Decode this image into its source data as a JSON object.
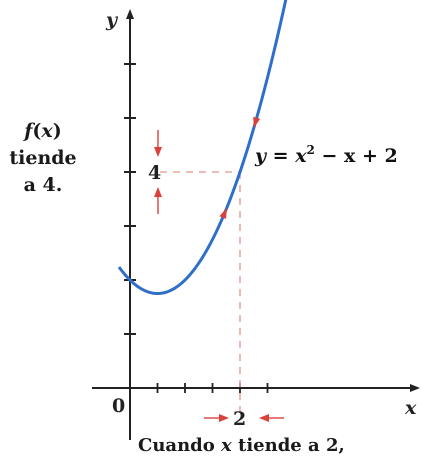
{
  "figure": {
    "y_axis_label": "y",
    "x_axis_label": "x",
    "origin_label": "0",
    "x_tick_marked": "2",
    "y_tick_marked": "4",
    "curve_label": {
      "prefix": "y = x",
      "exponent": "2",
      "suffix": " − x + 2"
    },
    "side_text": {
      "line1_func": "f",
      "line1_open": "(",
      "line1_var": "x",
      "line1_close": ")",
      "line2": "tiende",
      "line3": "a 4."
    },
    "caption": {
      "part1": "Cuando ",
      "var": "x",
      "part2": " tiende a 2,"
    },
    "colors": {
      "curve": "#2f6fc9",
      "arrows": "#d9413a",
      "dashed": "#e6a9a0",
      "axes": "#222222"
    }
  },
  "chart_data": {
    "type": "line",
    "function": "x^2 - x + 2",
    "x_limit_point": 2,
    "y_limit_value": 4,
    "x_range_drawn": [
      -0.2,
      2.85
    ],
    "series": [
      {
        "x": [
          -0.2,
          0,
          0.25,
          0.5,
          0.75,
          1,
          1.25,
          1.5,
          1.75,
          2,
          2.25,
          2.5,
          2.75,
          2.85
        ],
        "y": [
          2.24,
          2,
          1.8125,
          1.75,
          1.8125,
          2,
          2.3125,
          2.75,
          3.3125,
          4,
          4.8125,
          5.75,
          6.8125,
          7.2725
        ]
      }
    ]
  }
}
